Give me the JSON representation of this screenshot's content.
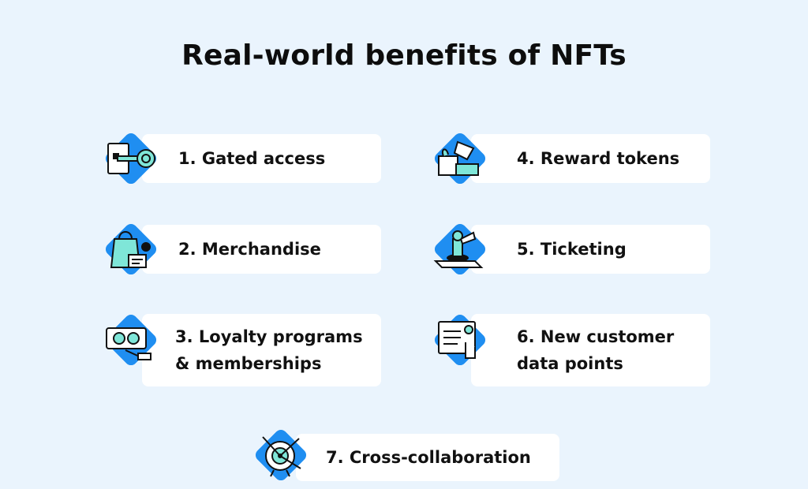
{
  "title": "Real-world benefits of NFTs",
  "colors": {
    "background": "#eaf4fd",
    "card": "#ffffff",
    "accent": "#1f8ef1",
    "text": "#111111"
  },
  "items": [
    {
      "label": "1. Gated access",
      "icon": "key-lock-icon"
    },
    {
      "label": "2. Merchandise",
      "icon": "shopping-bag-icon"
    },
    {
      "label": "3. Loyalty programs\n& memberships",
      "icon": "loyalty-card-icon"
    },
    {
      "label": "4. Reward tokens",
      "icon": "gift-box-icon"
    },
    {
      "label": "5.  Ticketing",
      "icon": "ticket-stamp-icon"
    },
    {
      "label": "6. New customer\ndata points",
      "icon": "data-screen-icon"
    },
    {
      "label": "7. Cross-collaboration",
      "icon": "target-arrows-icon"
    }
  ]
}
